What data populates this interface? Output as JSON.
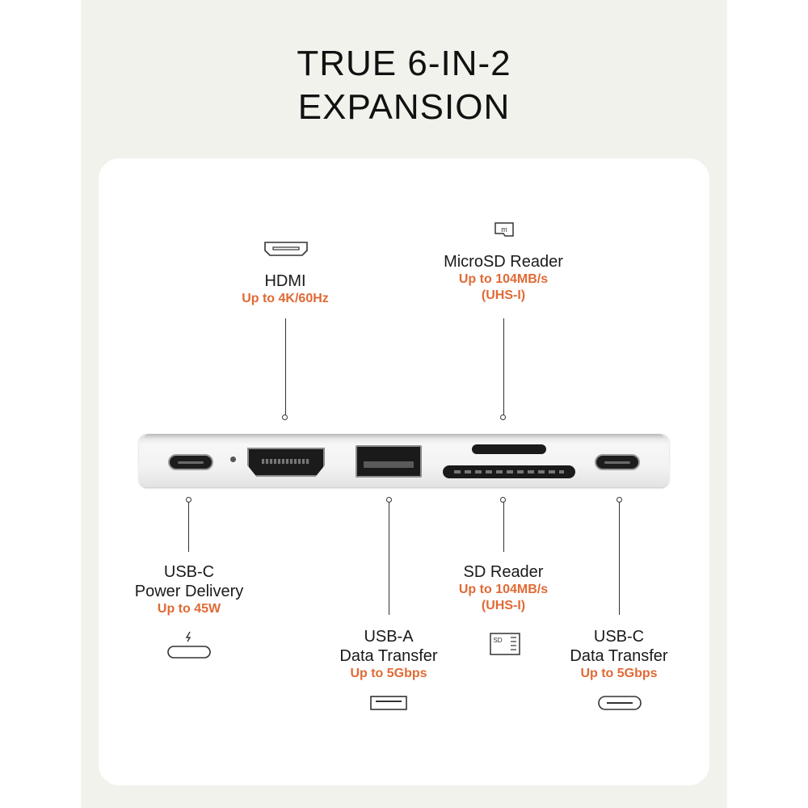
{
  "title": {
    "line1": "TRUE 6-IN-2",
    "line2": "EXPANSION"
  },
  "ports": {
    "hdmi": {
      "name": "HDMI",
      "spec": "Up to 4K/60Hz",
      "icon": "hdmi-icon"
    },
    "microsd": {
      "name": "MicroSD Reader",
      "spec_line1": "Up to 104MB/s",
      "spec_line2": "(UHS-I)",
      "icon": "microsd-card-icon",
      "icon_letter": "m"
    },
    "usbc_pd": {
      "name_line1": "USB-C",
      "name_line2": "Power Delivery",
      "spec": "Up to 45W",
      "icon": "usb-c-power-icon"
    },
    "usba": {
      "name_line1": "USB-A",
      "name_line2": "Data Transfer",
      "spec": "Up to 5Gbps",
      "icon": "usb-a-icon"
    },
    "sd": {
      "name": "SD Reader",
      "spec_line1": "Up to 104MB/s",
      "spec_line2": "(UHS-I)",
      "icon": "sd-card-icon",
      "icon_letters": "SD"
    },
    "usbc_data": {
      "name_line1": "USB-C",
      "name_line2": "Data Transfer",
      "spec": "Up to 5Gbps",
      "icon": "usb-c-icon"
    }
  },
  "colors": {
    "accent": "#e06a35",
    "panel": "#f2f2ed",
    "card": "#ffffff",
    "text": "#1a1a1a"
  }
}
